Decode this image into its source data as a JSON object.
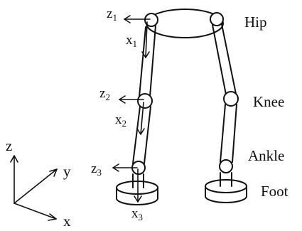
{
  "labels": {
    "hip": "Hip",
    "knee": "Knee",
    "ankle": "Ankle",
    "foot": "Foot"
  },
  "frames": {
    "z1": "z1",
    "x1": "x1",
    "z2": "z2",
    "x2": "x2",
    "z3": "z3",
    "x3": "x3"
  },
  "frame_parts": {
    "z1": {
      "base": "z",
      "sub": "1"
    },
    "x1": {
      "base": "x",
      "sub": "1"
    },
    "z2": {
      "base": "z",
      "sub": "2"
    },
    "x2": {
      "base": "x",
      "sub": "2"
    },
    "z3": {
      "base": "z",
      "sub": "3"
    },
    "x3": {
      "base": "x",
      "sub": "3"
    }
  },
  "world_axes": {
    "z": "z",
    "y": "y",
    "x": "x"
  },
  "colors": {
    "ink": "#111111",
    "background": "#ffffff"
  }
}
